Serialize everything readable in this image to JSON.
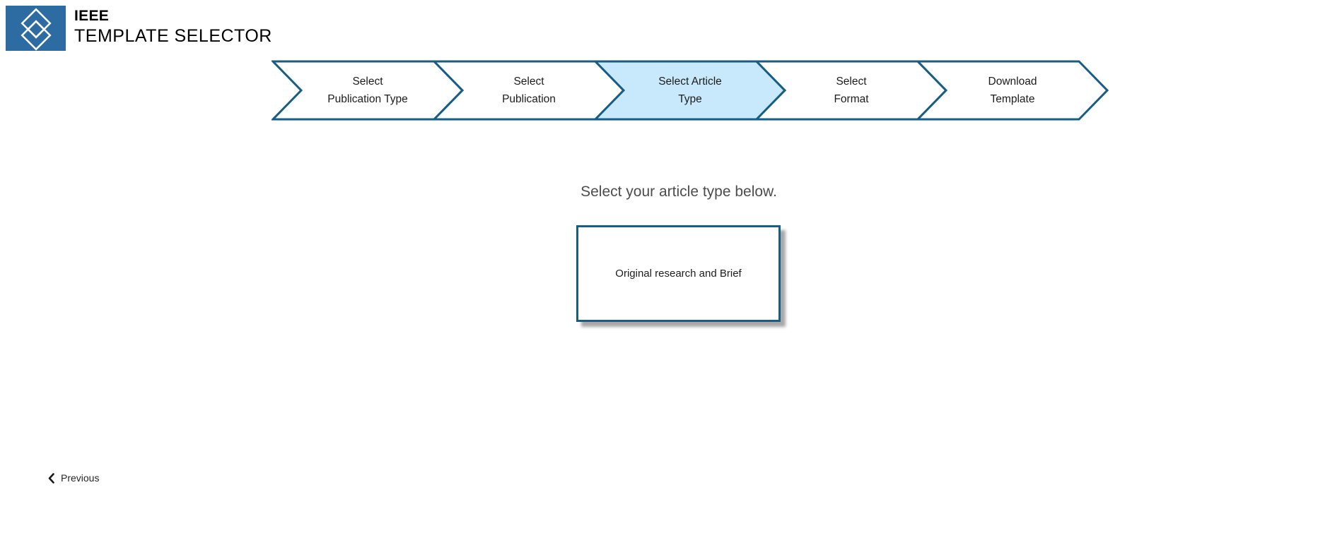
{
  "brand": {
    "logo_icon": "ieee-diamonds-logo",
    "name": "IEEE",
    "subtitle": "TEMPLATE SELECTOR"
  },
  "stepper": {
    "steps": [
      {
        "label": "Select Publication Type",
        "lines": [
          "Select",
          "Publication Type"
        ],
        "active": false
      },
      {
        "label": "Select Publication",
        "lines": [
          "Select",
          "Publication"
        ],
        "active": false
      },
      {
        "label": "Select Article Type",
        "lines": [
          "Select Article",
          "Type"
        ],
        "active": true
      },
      {
        "label": "Select Format",
        "lines": [
          "Select",
          "Format"
        ],
        "active": false
      },
      {
        "label": "Download Template",
        "lines": [
          "Download",
          "Template"
        ],
        "active": false
      }
    ]
  },
  "main": {
    "heading": "Select your article type below.",
    "article_types": [
      {
        "label": "Original research and Brief"
      }
    ]
  },
  "footer": {
    "previous_label": "Previous"
  },
  "colors": {
    "accent_blue": "#175d85",
    "active_step_fill": "#c8e8fb",
    "logo_blue": "#2d6ba3",
    "heading_gray": "#4d4d4d"
  }
}
